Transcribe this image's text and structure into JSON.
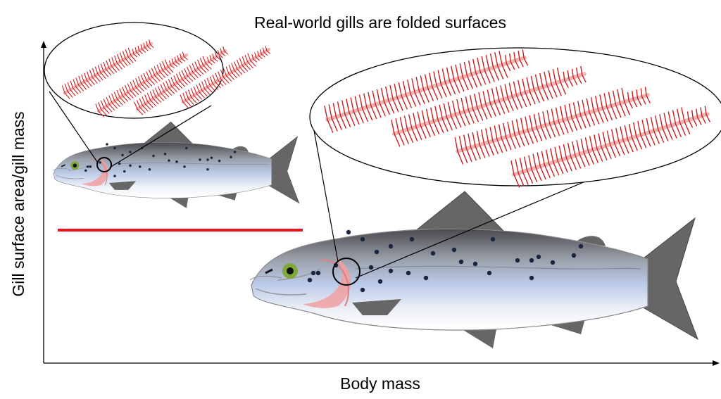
{
  "title": "Real-world gills are folded surfaces",
  "x_axis_label": "Body mass",
  "y_axis_label": "Gill surface area/gill mass",
  "colors": {
    "filament": "#c81e1e",
    "lamella_core": "#f0b4b4",
    "reference_line": "#e8141e",
    "fin": "#666666",
    "gill": "#f0a0a0"
  },
  "fish": [
    {
      "name": "small-fish"
    },
    {
      "name": "large-fish"
    }
  ]
}
